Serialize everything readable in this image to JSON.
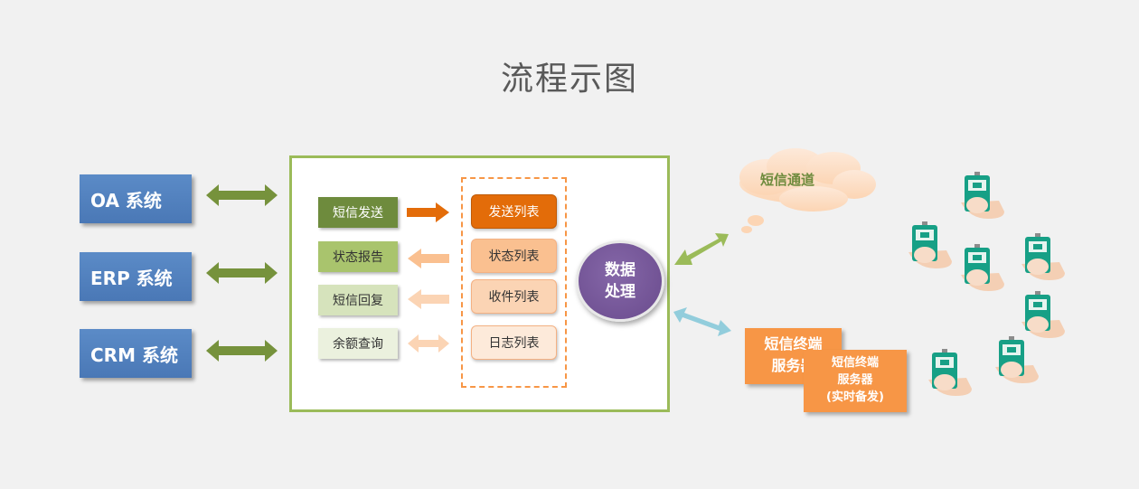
{
  "title": "流程示图",
  "systems": [
    {
      "label": "OA 系统"
    },
    {
      "label": "ERP 系统"
    },
    {
      "label": "CRM 系统"
    }
  ],
  "functions": [
    {
      "label": "短信发送",
      "bg": "#6e8b3d",
      "fg": "#ffffff"
    },
    {
      "label": "状态报告",
      "bg": "#a9c46d",
      "fg": "#333333"
    },
    {
      "label": "短信回复",
      "bg": "#d6e3bc",
      "fg": "#333333"
    },
    {
      "label": "余额查询",
      "bg": "#ebf1de",
      "fg": "#333333"
    }
  ],
  "lists": [
    {
      "label": "发送列表",
      "bg": "#e36c09",
      "fg": "#ffffff"
    },
    {
      "label": "状态列表",
      "bg": "#fac090",
      "fg": "#333333"
    },
    {
      "label": "收件列表",
      "bg": "#fbd4b4",
      "fg": "#333333"
    },
    {
      "label": "日志列表",
      "bg": "#fdeada",
      "fg": "#333333"
    }
  ],
  "processor": {
    "line1": "数据",
    "line2": "处理"
  },
  "cloud": {
    "label": "短信通道"
  },
  "server_primary": {
    "line1": "短信终端",
    "line2": "服务器"
  },
  "server_backup": {
    "line1": "短信终端",
    "line2": "服务器",
    "line3": "(实时备发)"
  },
  "colors": {
    "accent_green": "#9bbb59",
    "dark_green": "#6e8b3d",
    "orange": "#f79646",
    "blue": "#4a78b6",
    "purple": "#6a4b8d",
    "phone_teal": "#17a086"
  },
  "phone_count": 7
}
